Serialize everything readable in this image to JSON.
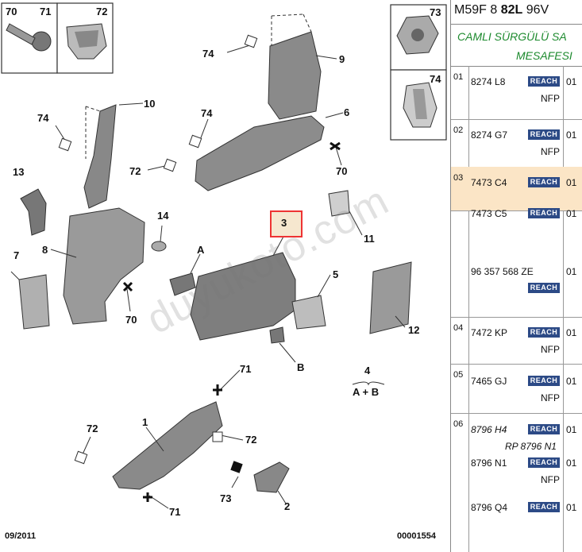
{
  "diagram": {
    "callouts": {
      "c70a": "70",
      "c71a": "71",
      "c72a": "72",
      "c73": "73",
      "c74i": "74",
      "c74a": "74",
      "c9": "9",
      "c10": "10",
      "c74b": "74",
      "c74c": "74",
      "c6": "6",
      "c13": "13",
      "c72b": "72",
      "c70b": "70",
      "c14": "14",
      "c11": "11",
      "c3": "3",
      "c7": "7",
      "c8": "8",
      "cA": "A",
      "c5": "5",
      "c70c": "70",
      "c12": "12",
      "cB": "B",
      "c71b": "71",
      "c4": "4",
      "c4ab": "A + B",
      "c72c": "72",
      "c1": "1",
      "c72d": "72",
      "c73b": "73",
      "c2": "2",
      "c71c": "71"
    },
    "footer_date": "09/2011",
    "footer_ref": "00001554",
    "watermark": "duyukoto.com"
  },
  "panel": {
    "code_prefix": "M59F",
    "code_parts": [
      "8",
      "82L",
      "96V"
    ],
    "subtitle_line1": "CAMLI SÜRGÜLÜ SA",
    "subtitle_line2": "MESAFESI",
    "reach_label": "REACH",
    "rows": [
      {
        "num": "01",
        "items": [
          {
            "ref": "8274 L8",
            "reach": true,
            "qty": "01"
          },
          {
            "nfp": "NFP"
          }
        ]
      },
      {
        "num": "02",
        "items": [
          {
            "ref": "8274 G7",
            "reach": true,
            "qty": "01"
          },
          {
            "nfp": "NFP"
          }
        ]
      },
      {
        "num": "03",
        "items": [
          {
            "ref": "7473 C4",
            "reach": true,
            "qty": "01"
          }
        ]
      },
      {
        "num": "",
        "items": [
          {
            "ref": "7473 C5",
            "reach": true,
            "qty": "01"
          },
          {
            "ref": "96 357 568 ZE",
            "qty": "01"
          },
          {
            "reach_only": true
          }
        ]
      },
      {
        "num": "04",
        "items": [
          {
            "ref": "7472 KP",
            "reach": true,
            "qty": "01"
          },
          {
            "nfp": "NFP"
          }
        ]
      },
      {
        "num": "05",
        "items": [
          {
            "ref": "7465 GJ",
            "reach": true,
            "qty": "01"
          },
          {
            "nfp": "NFP"
          }
        ]
      },
      {
        "num": "06",
        "items": [
          {
            "ref": "8796 H4",
            "reach": true,
            "qty": "01"
          },
          {
            "ref2": "RP 8796 N1"
          },
          {
            "ref": "8796 N1",
            "reach": true,
            "qty": "01"
          },
          {
            "nfp": "NFP"
          },
          {
            "ref": "8796 Q4",
            "reach": true,
            "qty": "01"
          }
        ]
      }
    ]
  }
}
